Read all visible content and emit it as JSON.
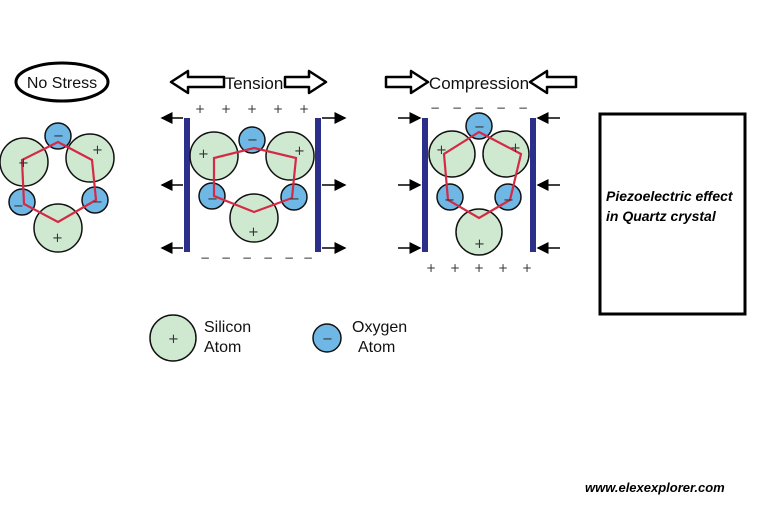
{
  "labels": {
    "no_stress": "No Stress",
    "tension": "Tension",
    "compression": "Compression"
  },
  "legend": {
    "silicon_line1": "Silicon",
    "silicon_line2": "Atom",
    "silicon_sign": "+",
    "oxygen_line1": "Oxygen",
    "oxygen_line2": "Atom",
    "oxygen_sign": "−"
  },
  "caption": "Piezoelectric effect in Quartz crystal",
  "website": "www.elexexplorer.com",
  "colors": {
    "silicon_fill": "#cfe8d0",
    "oxygen_fill": "#6fb8e6",
    "bond_line": "#d42a45",
    "electrode": "#2b2f8a",
    "arrow": "#000000"
  }
}
